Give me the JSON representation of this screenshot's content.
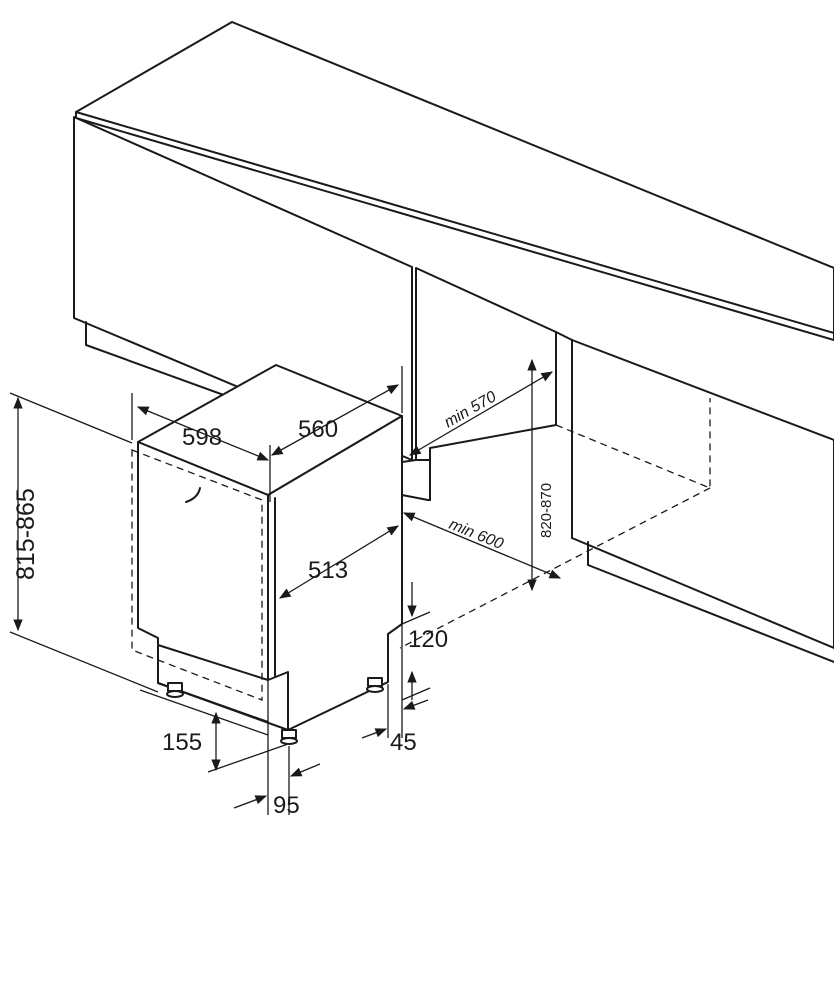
{
  "labels": {
    "width_598": "598",
    "depth_560": "560",
    "depth_513": "513",
    "height_815_865": "815-865",
    "niche_height_820_870": "820-870",
    "min_570": "min 570",
    "min_600": "min 600",
    "plinth_120": "120",
    "plinth_45": "45",
    "foot_155": "155",
    "foot_95": "95"
  },
  "colors": {
    "line": "#1a1a1a",
    "background": "#ffffff"
  }
}
